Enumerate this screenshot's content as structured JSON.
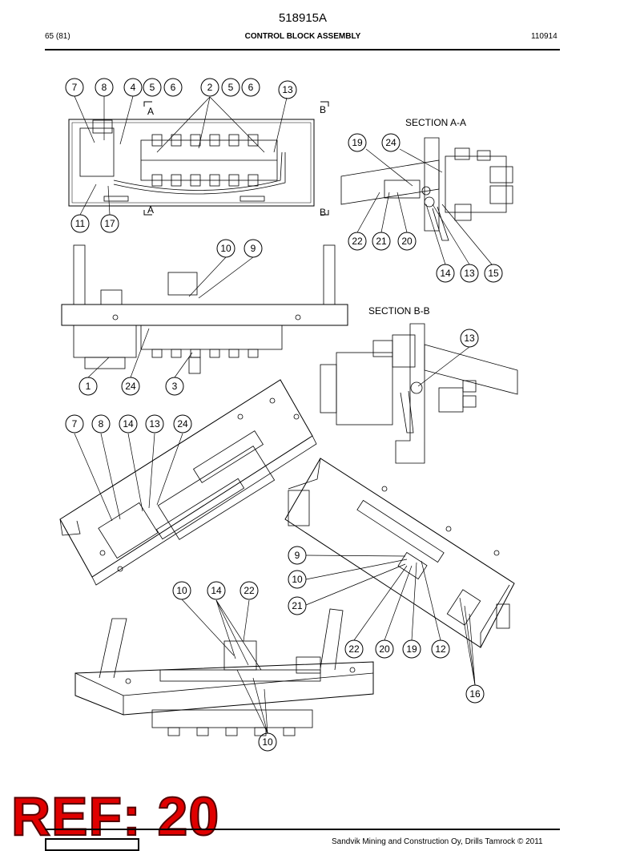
{
  "header": {
    "doc_number": "518915A",
    "page": "65 (81)",
    "title": "CONTROL BLOCK ASSEMBLY",
    "code": "110914"
  },
  "sections": {
    "aa": "SECTION  A-A",
    "bb": "SECTION  B-B",
    "a": "A",
    "b": "B"
  },
  "callouts": {
    "top_view": [
      "7",
      "8",
      "4",
      "5",
      "6",
      "2",
      "5",
      "6",
      "13",
      "11",
      "17"
    ],
    "section_aa": [
      "19",
      "24",
      "22",
      "21",
      "20",
      "14",
      "13",
      "15"
    ],
    "front_view": [
      "10",
      "9",
      "1",
      "24",
      "3"
    ],
    "section_bb": [
      "13"
    ],
    "iso_left": [
      "7",
      "8",
      "14",
      "13",
      "24"
    ],
    "iso_right": [
      "9",
      "10",
      "21",
      "22",
      "20",
      "19",
      "12",
      "16"
    ],
    "iso_bottom": [
      "10",
      "14",
      "22",
      "10"
    ]
  },
  "ref_label": "REF: 20",
  "footer": {
    "copyright": "Sandvik Mining and Construction Oy, Drills Tamrock © 2011"
  }
}
